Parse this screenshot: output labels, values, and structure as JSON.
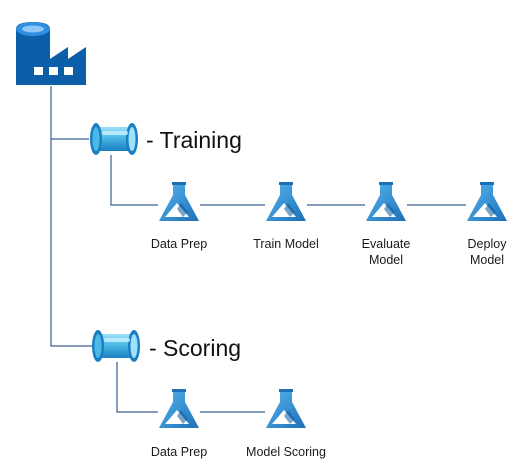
{
  "colors": {
    "factory_dark": "#0b5ea8",
    "factory_light": "#2f8fe0",
    "pipe_body": "#4bb8e6",
    "pipe_rim": "#1a7fc0",
    "pipe_highlight": "#9fe0fa",
    "ml_blue": "#1d8ad6",
    "ml_light": "#56b6ee",
    "connector": "#3a5f8f"
  },
  "root": {
    "icon": "data-factory-icon"
  },
  "pipelines": [
    {
      "title": "- Training",
      "icon": "pipeline-icon",
      "steps": [
        {
          "label_lines": [
            "Data Prep"
          ],
          "icon": "machine-learning-icon"
        },
        {
          "label_lines": [
            "Train Model"
          ],
          "icon": "machine-learning-icon"
        },
        {
          "label_lines": [
            "Evaluate",
            "Model"
          ],
          "icon": "machine-learning-icon"
        },
        {
          "label_lines": [
            "Deploy",
            "Model"
          ],
          "icon": "machine-learning-icon"
        }
      ]
    },
    {
      "title": "- Scoring",
      "icon": "pipeline-icon",
      "steps": [
        {
          "label_lines": [
            "Data Prep"
          ],
          "icon": "machine-learning-icon"
        },
        {
          "label_lines": [
            "Model Scoring"
          ],
          "icon": "machine-learning-icon"
        }
      ]
    }
  ]
}
